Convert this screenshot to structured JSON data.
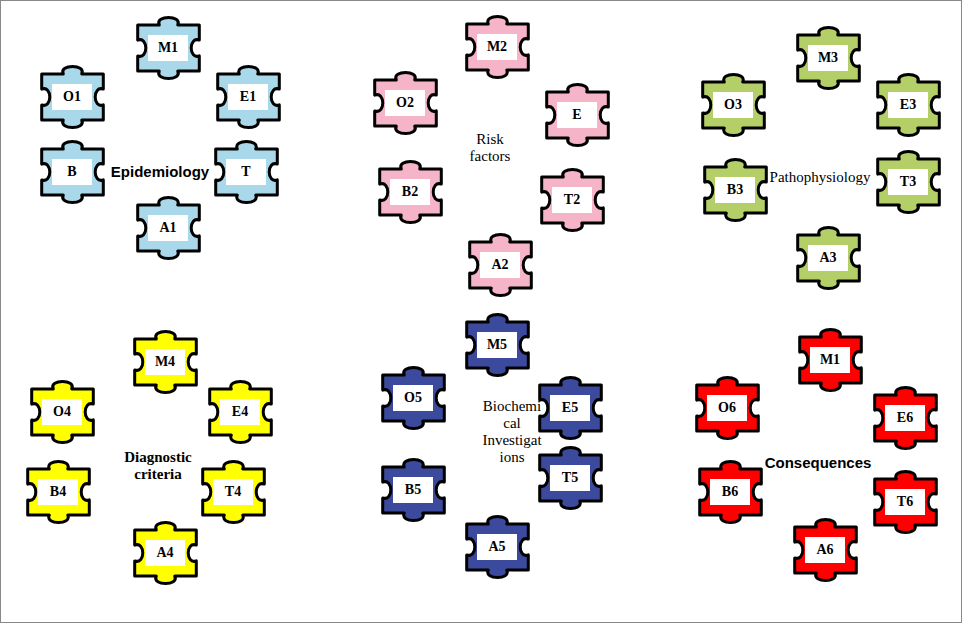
{
  "diagram": {
    "nodes": [
      {
        "text": [
          "M1"
        ]
      },
      {
        "text": [
          "O1"
        ]
      },
      {
        "text": [
          "E1"
        ]
      },
      {
        "text": [
          "B"
        ]
      },
      {
        "text": [
          "T"
        ]
      },
      {
        "text": [
          "A1"
        ]
      },
      {
        "text": [
          "M2"
        ]
      },
      {
        "text": [
          "O2"
        ]
      },
      {
        "text": [
          "E"
        ]
      },
      {
        "text": [
          "B2"
        ]
      },
      {
        "text": [
          "T2"
        ]
      },
      {
        "text": [
          "A2"
        ]
      },
      {
        "text": [
          "M3"
        ]
      },
      {
        "text": [
          "O3"
        ]
      },
      {
        "text": [
          "E3"
        ]
      },
      {
        "text": [
          "B3"
        ]
      },
      {
        "text": [
          "T3"
        ]
      },
      {
        "text": [
          "A3"
        ]
      },
      {
        "text": [
          "M4"
        ]
      },
      {
        "text": [
          "O4"
        ]
      },
      {
        "text": [
          "E4"
        ]
      },
      {
        "text": [
          "B4"
        ]
      },
      {
        "text": [
          "T4"
        ]
      },
      {
        "text": [
          "A4"
        ]
      },
      {
        "text": [
          "M5"
        ]
      },
      {
        "text": [
          "O5"
        ]
      },
      {
        "text": [
          "E5"
        ]
      },
      {
        "text": [
          "B5"
        ]
      },
      {
        "text": [
          "T5"
        ]
      },
      {
        "text": [
          "A5"
        ]
      },
      {
        "text": [
          "M1"
        ]
      },
      {
        "text": [
          "O6"
        ]
      },
      {
        "text": [
          "E6"
        ]
      },
      {
        "text": [
          "B6"
        ]
      },
      {
        "text": [
          "T6"
        ]
      },
      {
        "text": [
          "A6"
        ]
      }
    ],
    "labels": [
      "Epidemiology",
      "Risk factors",
      "Pathophysiology",
      "Diagnostic criteria",
      "Biochemi cal Investigat ions",
      "Consequences"
    ]
  }
}
